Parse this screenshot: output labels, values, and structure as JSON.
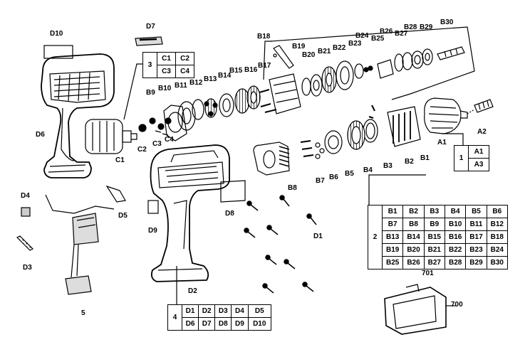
{
  "labels": {
    "D10": "D10",
    "D7": "D7",
    "D6": "D6",
    "C1": "C1",
    "C2": "C2",
    "C3": "C3",
    "C4": "C4",
    "B18": "B18",
    "B19": "B19",
    "B20": "B20",
    "B21": "B21",
    "B22": "B22",
    "B23": "B23",
    "B24": "B24",
    "B25": "B25",
    "B26": "B26",
    "B27": "B27",
    "B28": "B28",
    "B29": "B29",
    "B30": "B30",
    "B17": "B17",
    "B16": "B16",
    "B15": "B15",
    "B14": "B14",
    "B13": "B13",
    "B12": "B12",
    "B11": "B11",
    "B10": "B10",
    "B9": "B9",
    "B8": "B8",
    "B7": "B7",
    "B6": "B6",
    "B5": "B5",
    "B4": "B4",
    "B3": "B3",
    "B2": "B2",
    "B1": "B1",
    "A1": "A1",
    "A2": "A2",
    "D4": "D4",
    "D5": "D5",
    "D3": "D3",
    "D8": "D8",
    "D9": "D9",
    "D2": "D2",
    "D1": "D1",
    "part5": "5",
    "part700": "700",
    "part701": "701"
  },
  "kit3": {
    "num": "3",
    "rows": [
      [
        "C1",
        "C2"
      ],
      [
        "C3",
        "C4"
      ]
    ]
  },
  "kit1": {
    "num": "1",
    "rows": [
      [
        "A1"
      ],
      [
        "A3"
      ]
    ]
  },
  "kit2": {
    "num": "2",
    "rows": [
      [
        "B1",
        "B2",
        "B3",
        "B4",
        "B5",
        "B6"
      ],
      [
        "B7",
        "B8",
        "B9",
        "B10",
        "B11",
        "B12"
      ],
      [
        "B13",
        "B14",
        "B15",
        "B16",
        "B17",
        "B18"
      ],
      [
        "B19",
        "B20",
        "B21",
        "B22",
        "B23",
        "B24"
      ],
      [
        "B25",
        "B26",
        "B27",
        "B28",
        "B29",
        "B30"
      ]
    ]
  },
  "kit4": {
    "num": "4",
    "rows": [
      [
        "D1",
        "D2",
        "D3",
        "D4",
        "D5"
      ],
      [
        "D6",
        "D7",
        "D8",
        "D9",
        "D10"
      ]
    ]
  }
}
